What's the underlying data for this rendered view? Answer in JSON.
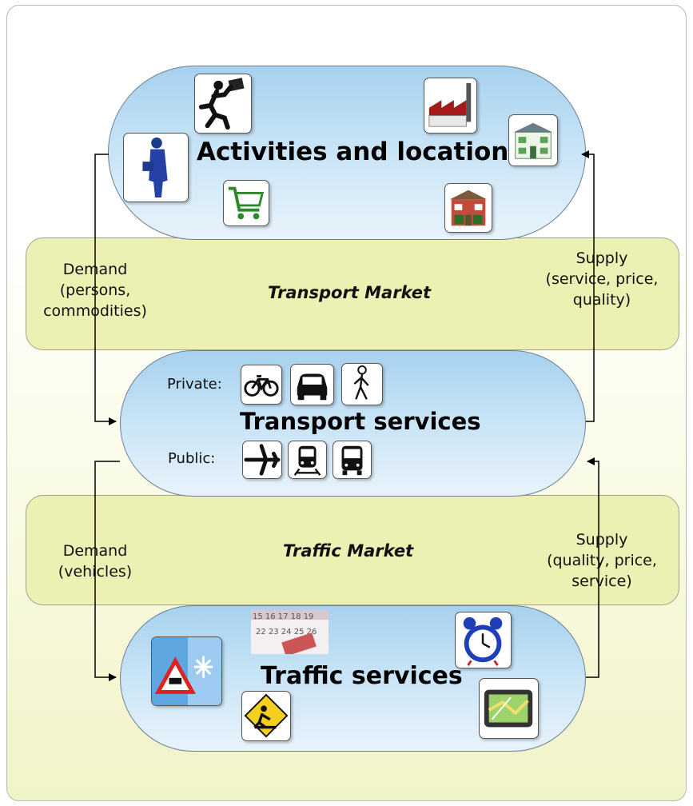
{
  "activities": {
    "title": "Activities and locations"
  },
  "transport_market": {
    "name": "Transport Market",
    "demand": "Demand\n(persons,\ncommodities)",
    "supply": "Supply\n(service, price,\nquality)"
  },
  "transport_services": {
    "title": "Transport services",
    "private_label": "Private:",
    "public_label": "Public:"
  },
  "traffic_market": {
    "name": "Traffic Market",
    "demand": "Demand\n(vehicles)",
    "supply": "Supply\n(quality, price,\nservice)"
  },
  "traffic_services": {
    "title": "Traffic services"
  },
  "calendar_numbers": "15 16 17 18 19 22 23 24 25 26",
  "icons": {
    "activities": [
      "businessman-icon",
      "running-man-icon",
      "shopping-cart-icon",
      "factory-icon",
      "house-icon",
      "shop-icon"
    ],
    "private": [
      "bicycle-icon",
      "car-icon",
      "pedestrian-icon"
    ],
    "public": [
      "airplane-icon",
      "train-icon",
      "bus-icon"
    ],
    "traffic": [
      "road-weather-warning-icon",
      "calendar-icon",
      "alarm-clock-icon",
      "road-works-icon",
      "gps-navigator-icon"
    ]
  },
  "colors": {
    "oval": "#b9dcf3",
    "band": "#edf0b3",
    "arrow": "#000000"
  }
}
